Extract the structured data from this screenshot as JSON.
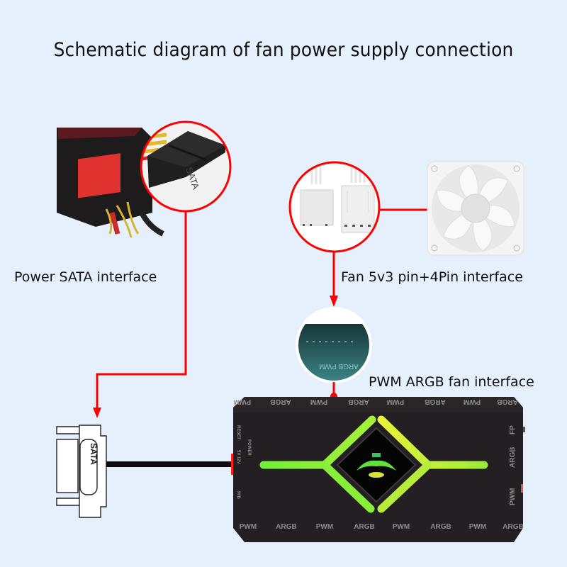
{
  "title": "Schematic diagram of fan power supply connection",
  "labels": {
    "power_sata": "Power SATA interface",
    "fan_interface": "Fan 5v3 pin+4Pin interface",
    "pwm_argb": "PWM ARGB fan interface"
  },
  "connectors": {
    "sata_plug_text": "SATA",
    "sata_adapter_text": "SATA"
  },
  "hub": {
    "top_ports": [
      "PWM",
      "ARGB",
      "PWM",
      "ARGB",
      "PWM",
      "ARGB",
      "PWM",
      "ARGB"
    ],
    "bottom_ports": [
      "PWM",
      "ARGB",
      "PWM",
      "ARGB",
      "PWM",
      "ARGB",
      "PWM",
      "ARGB"
    ],
    "left_labels": [
      "RESET",
      "POWER",
      "5V 12V",
      "M/B"
    ],
    "right_labels": [
      "FP",
      "ARGB",
      "PWM"
    ],
    "zoom_inset_text": "ARGB PWM"
  },
  "colors": {
    "background": "#e6f0fc",
    "connector_line": "#ff0000",
    "hub_body": "#231f22",
    "led_green": "#7ef03a",
    "led_yellow": "#e6f23a"
  }
}
